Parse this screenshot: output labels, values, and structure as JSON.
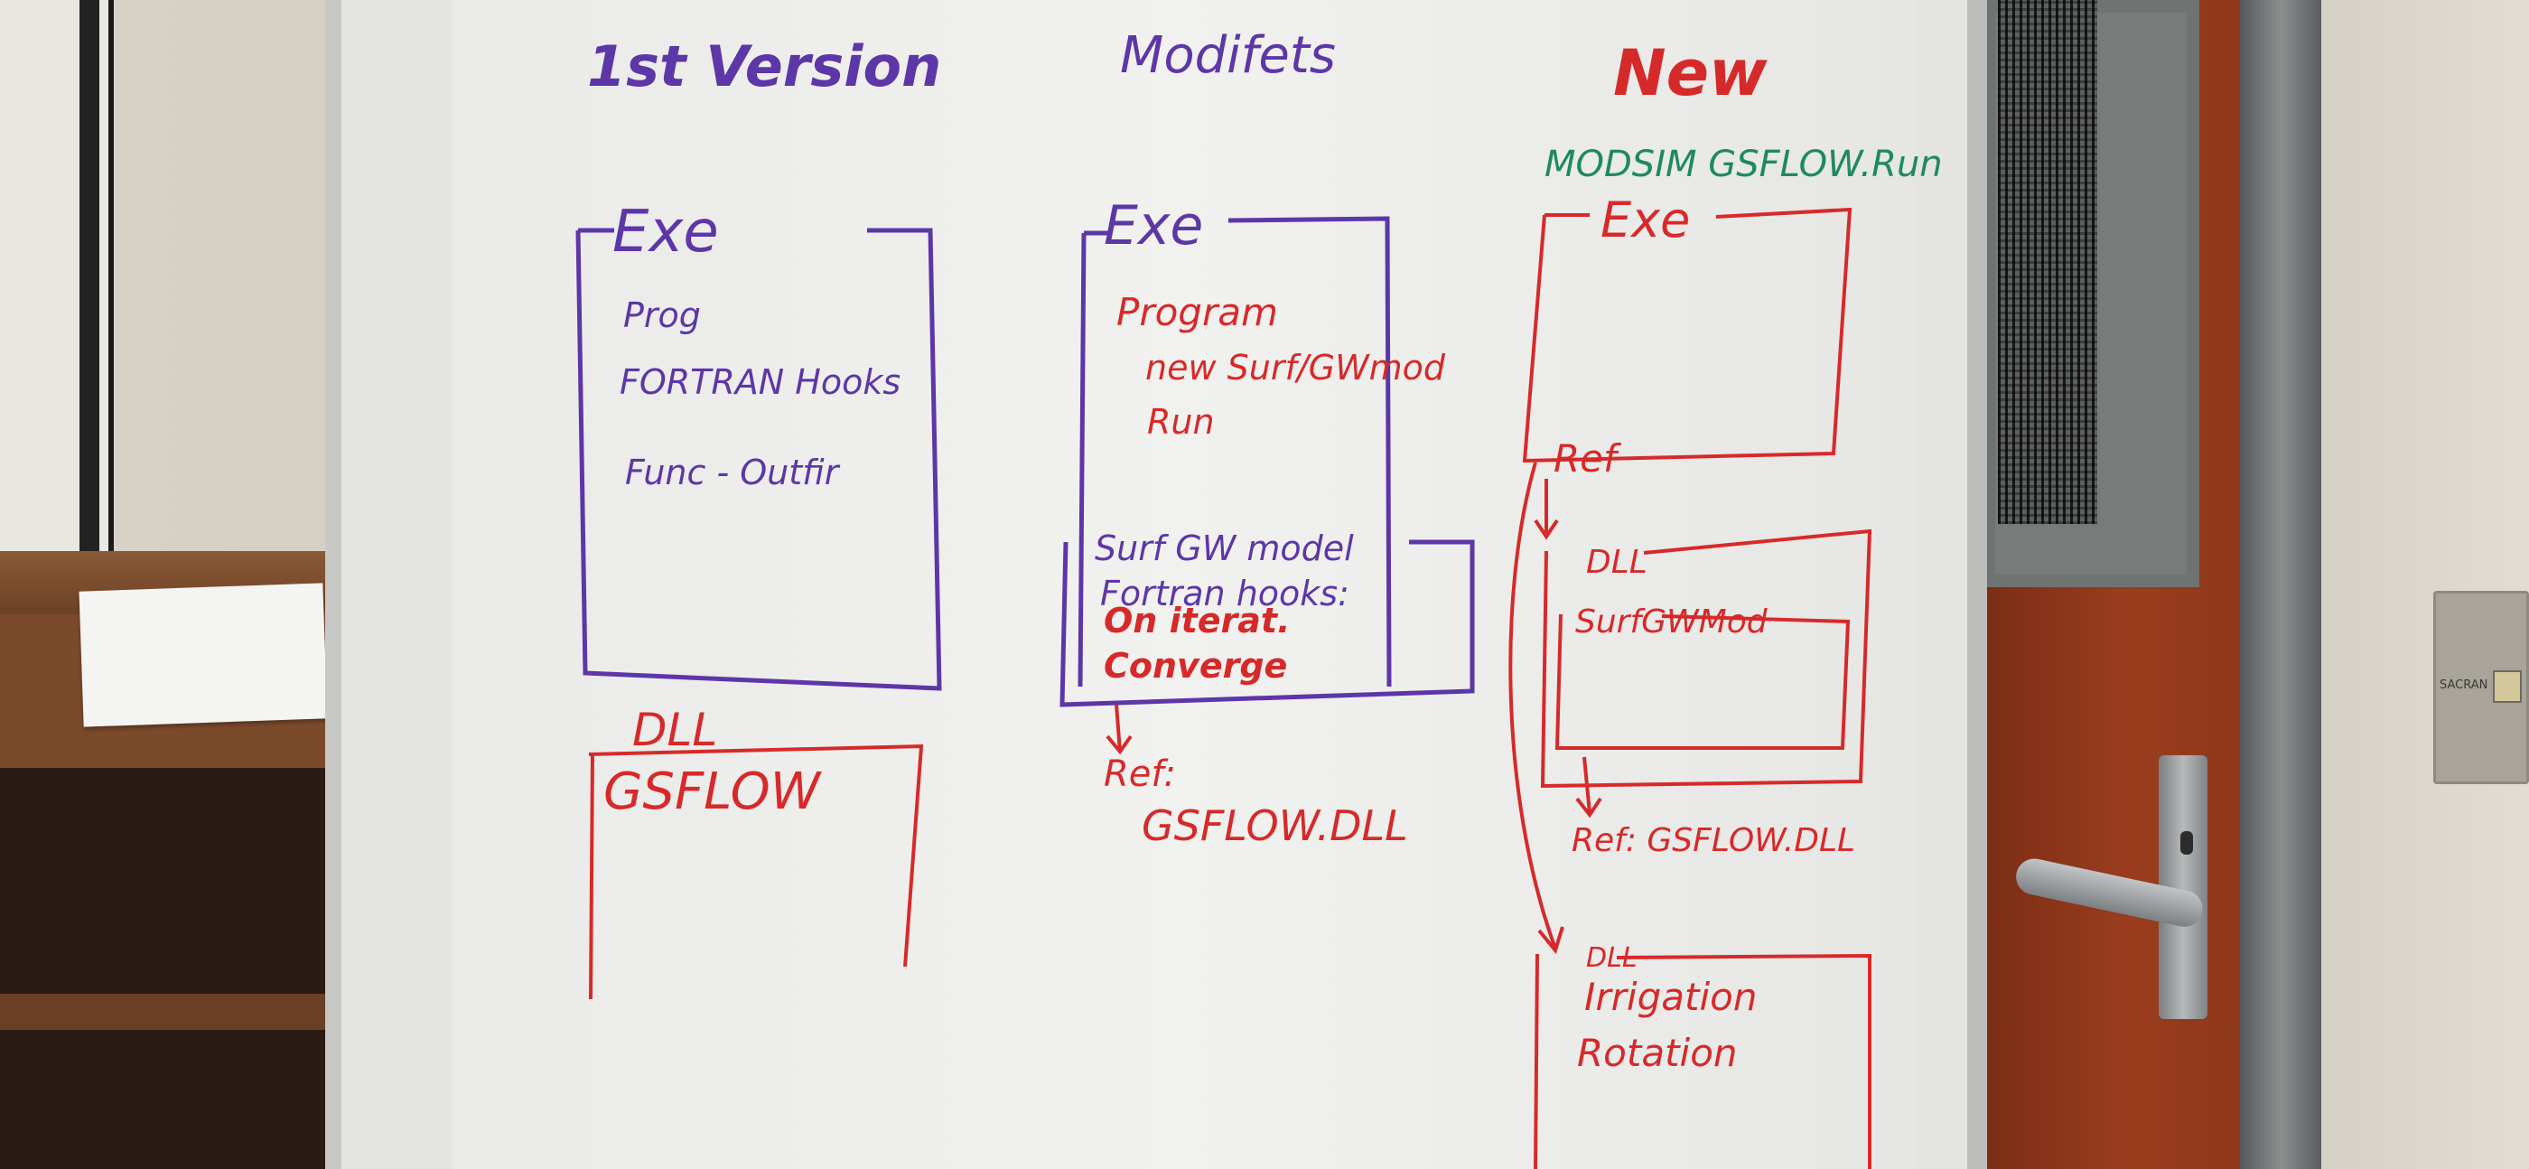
{
  "scene": {
    "description_type": "photo of flip chart with handwritten architecture diagrams",
    "colors": {
      "purple": "#5d36a8",
      "red": "#d62a2a",
      "green": "#1e8a5e"
    }
  },
  "columns": [
    {
      "heading": "1st Version",
      "exe_box": {
        "label": "Exe",
        "lines": [
          "Prog",
          "FORTRAN Hooks",
          "Func - Outfir"
        ]
      },
      "dll_box": {
        "label": "DLL",
        "lines": [
          "GSFLOW"
        ]
      }
    },
    {
      "heading": "Modifets",
      "exe_box": {
        "label": "Exe",
        "lines": [
          "Program",
          "new Surf/GWmod",
          "Run"
        ]
      },
      "inner_box": {
        "lines": [
          "Surf GW model",
          "Fortran hooks:",
          "On iterat.",
          "Converge"
        ]
      },
      "ref": [
        "Ref:",
        "GSFLOW.DLL"
      ]
    },
    {
      "heading": "New",
      "subheading": "MODSIM GSFLOW.Run",
      "exe_box": {
        "label": "Exe"
      },
      "ref_label": "Ref",
      "dll_box": {
        "label": "DLL",
        "inner": "SurfGWMod"
      },
      "ref2": "Ref: GSFLOW.DLL",
      "dll2_box": {
        "label": "DLL",
        "lines": [
          "Irrigation",
          "Rotation"
        ]
      }
    }
  ],
  "switch_label": "SACRAN"
}
